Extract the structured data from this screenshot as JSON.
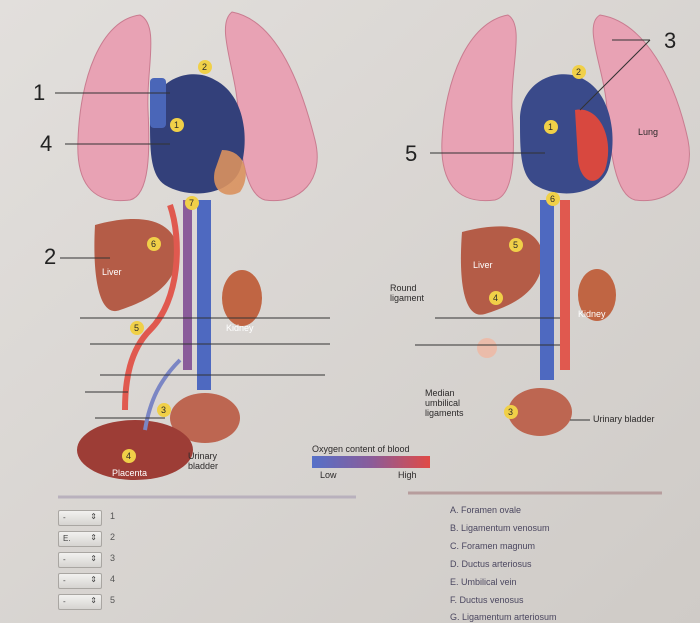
{
  "colors": {
    "oxy_low": "#5570c8",
    "oxy_high": "#e04a46",
    "lung": "#e8a2b4",
    "liver": "#b45c47",
    "kidney": "#c06543",
    "bladder": "#bd6651",
    "background": "#d9d6d3"
  },
  "left_figure": {
    "callouts": [
      "1",
      "4",
      "2"
    ],
    "labels": {
      "liver": "Liver",
      "kidney": "Kidney",
      "placenta": "Placenta",
      "bladder": "Urinary bladder"
    },
    "badges": [
      "2",
      "1",
      "7",
      "6",
      "5",
      "3",
      "4"
    ]
  },
  "right_figure": {
    "callouts": [
      "3",
      "5"
    ],
    "labels": {
      "lung": "Lung",
      "liver": "Liver",
      "kidney": "Kidney",
      "round_ligament": "Round ligament",
      "median_umbilical": "Median umbilical ligaments",
      "bladder": "Urinary bladder"
    },
    "badges": [
      "2",
      "1",
      "6",
      "5",
      "4",
      "3"
    ]
  },
  "legend": {
    "title": "Oxygen content of blood",
    "low": "Low",
    "high": "High"
  },
  "questions": [
    {
      "selected": "-",
      "number": "1"
    },
    {
      "selected": "E.",
      "number": "2"
    },
    {
      "selected": "-",
      "number": "3"
    },
    {
      "selected": "-",
      "number": "4"
    },
    {
      "selected": "-",
      "number": "5"
    }
  ],
  "options": [
    "A. Foramen ovale",
    "B. Ligamentum venosum",
    "C. Foramen magnum",
    "D. Ductus arteriosus",
    "E. Umbilical vein",
    "F. Ductus venosus",
    "G. Ligamentum arteriosum"
  ]
}
